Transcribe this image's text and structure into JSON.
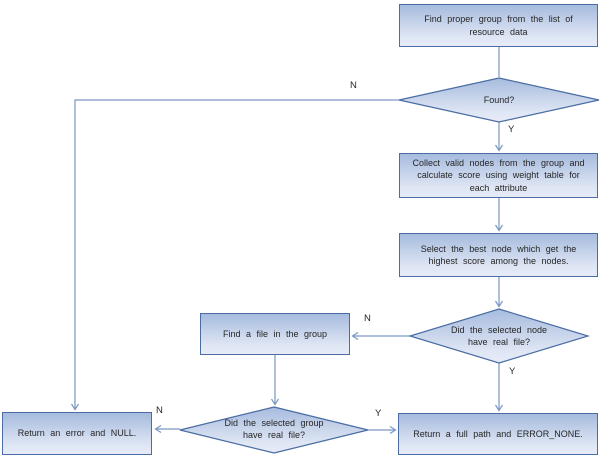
{
  "nodes": {
    "find_group": {
      "label": "Find proper group from the list of resource data",
      "type": "process"
    },
    "found": {
      "label": "Found?",
      "type": "decision"
    },
    "collect": {
      "label": "Collect valid nodes from the group and calculate score using weight table for each attribute",
      "type": "process"
    },
    "select_best": {
      "label": "Select the best node which get the highest score among the nodes.",
      "type": "process"
    },
    "node_has_file": {
      "label": "Did the selected node have real file?",
      "type": "decision"
    },
    "find_file": {
      "label": "Find a file in the group",
      "type": "process"
    },
    "group_has_file": {
      "label": "Did the selected group have real file?",
      "type": "decision"
    },
    "return_error": {
      "label": "Return an error and NULL.",
      "type": "terminator"
    },
    "return_full": {
      "label": "Return a full path and ERROR_NONE.",
      "type": "terminator"
    }
  },
  "edges": [
    {
      "from": "find_group",
      "to": "found",
      "label": ""
    },
    {
      "from": "found",
      "to": "return_error",
      "label": "N"
    },
    {
      "from": "found",
      "to": "collect",
      "label": "Y"
    },
    {
      "from": "collect",
      "to": "select_best",
      "label": ""
    },
    {
      "from": "select_best",
      "to": "node_has_file",
      "label": ""
    },
    {
      "from": "node_has_file",
      "to": "find_file",
      "label": "N"
    },
    {
      "from": "node_has_file",
      "to": "return_full",
      "label": "Y"
    },
    {
      "from": "find_file",
      "to": "group_has_file",
      "label": ""
    },
    {
      "from": "group_has_file",
      "to": "return_error",
      "label": "N"
    },
    {
      "from": "group_has_file",
      "to": "return_full",
      "label": "Y"
    }
  ],
  "colors": {
    "shape_fill_top": "#a6bbde",
    "shape_fill_bottom": "#e6ebf7",
    "shape_border": "#4a6da3",
    "connector": "#7a97c4",
    "text": "#262626"
  }
}
